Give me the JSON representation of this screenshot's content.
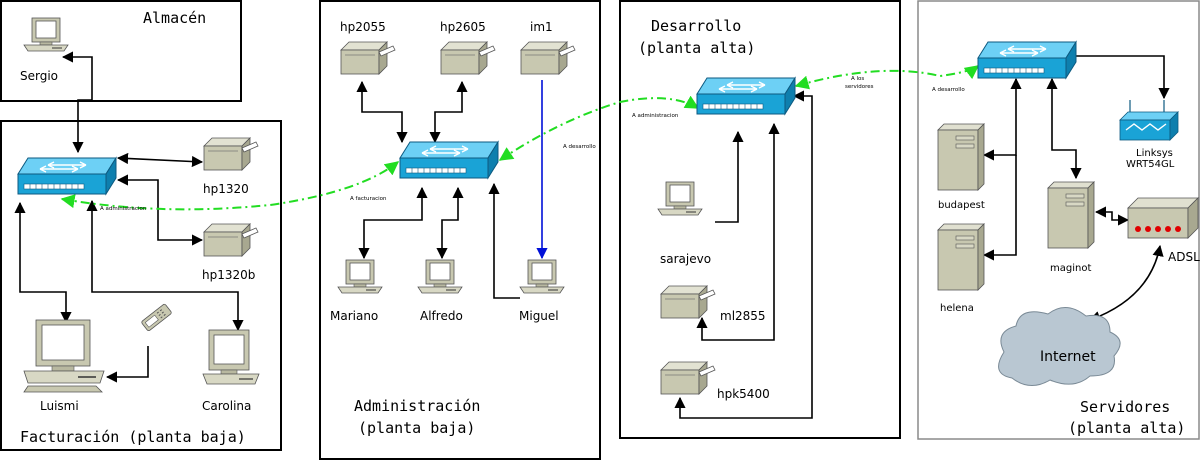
{
  "rooms": {
    "almacen": "Almacén",
    "facturacion": "Facturación (planta baja)",
    "administracion_1": "Administración",
    "administracion_2": "(planta baja)",
    "desarrollo_1": "Desarrollo",
    "desarrollo_2": "(planta alta)",
    "servidores_1": "Servidores",
    "servidores_2": "(planta alta)"
  },
  "devices": {
    "sergio": "Sergio",
    "hp1320": "hp1320",
    "hp1320b": "hp1320b",
    "luismi": "Luismi",
    "carolina": "Carolina",
    "hp2055": "hp2055",
    "hp2605": "hp2605",
    "im1": "im1",
    "mariano": "Mariano",
    "alfredo": "Alfredo",
    "miguel": "Miguel",
    "sarajevo": "sarajevo",
    "ml2855": "ml2855",
    "hpk5400": "hpk5400",
    "linksys_1": "Linksys",
    "linksys_2": "WRT54GL",
    "budapest": "budapest",
    "helena": "helena",
    "maginot": "maginot",
    "adsl": "ADSL",
    "internet": "Internet"
  },
  "link_labels": {
    "fact_to_admin": "A administracion",
    "admin_to_fact": "A facturacion",
    "admin_to_desa": "A desarrollo",
    "desa_to_admin": "A administracion",
    "desa_to_serv_1": "A los",
    "desa_to_serv_2": "servidores",
    "serv_to_desa": "A desarrollo"
  },
  "colors": {
    "switch": "#1aa3d6",
    "device": "#c8c8b0",
    "backbone": "#22dd22",
    "blue_link": "#0010d8",
    "cloud": "#b9c7d2"
  }
}
